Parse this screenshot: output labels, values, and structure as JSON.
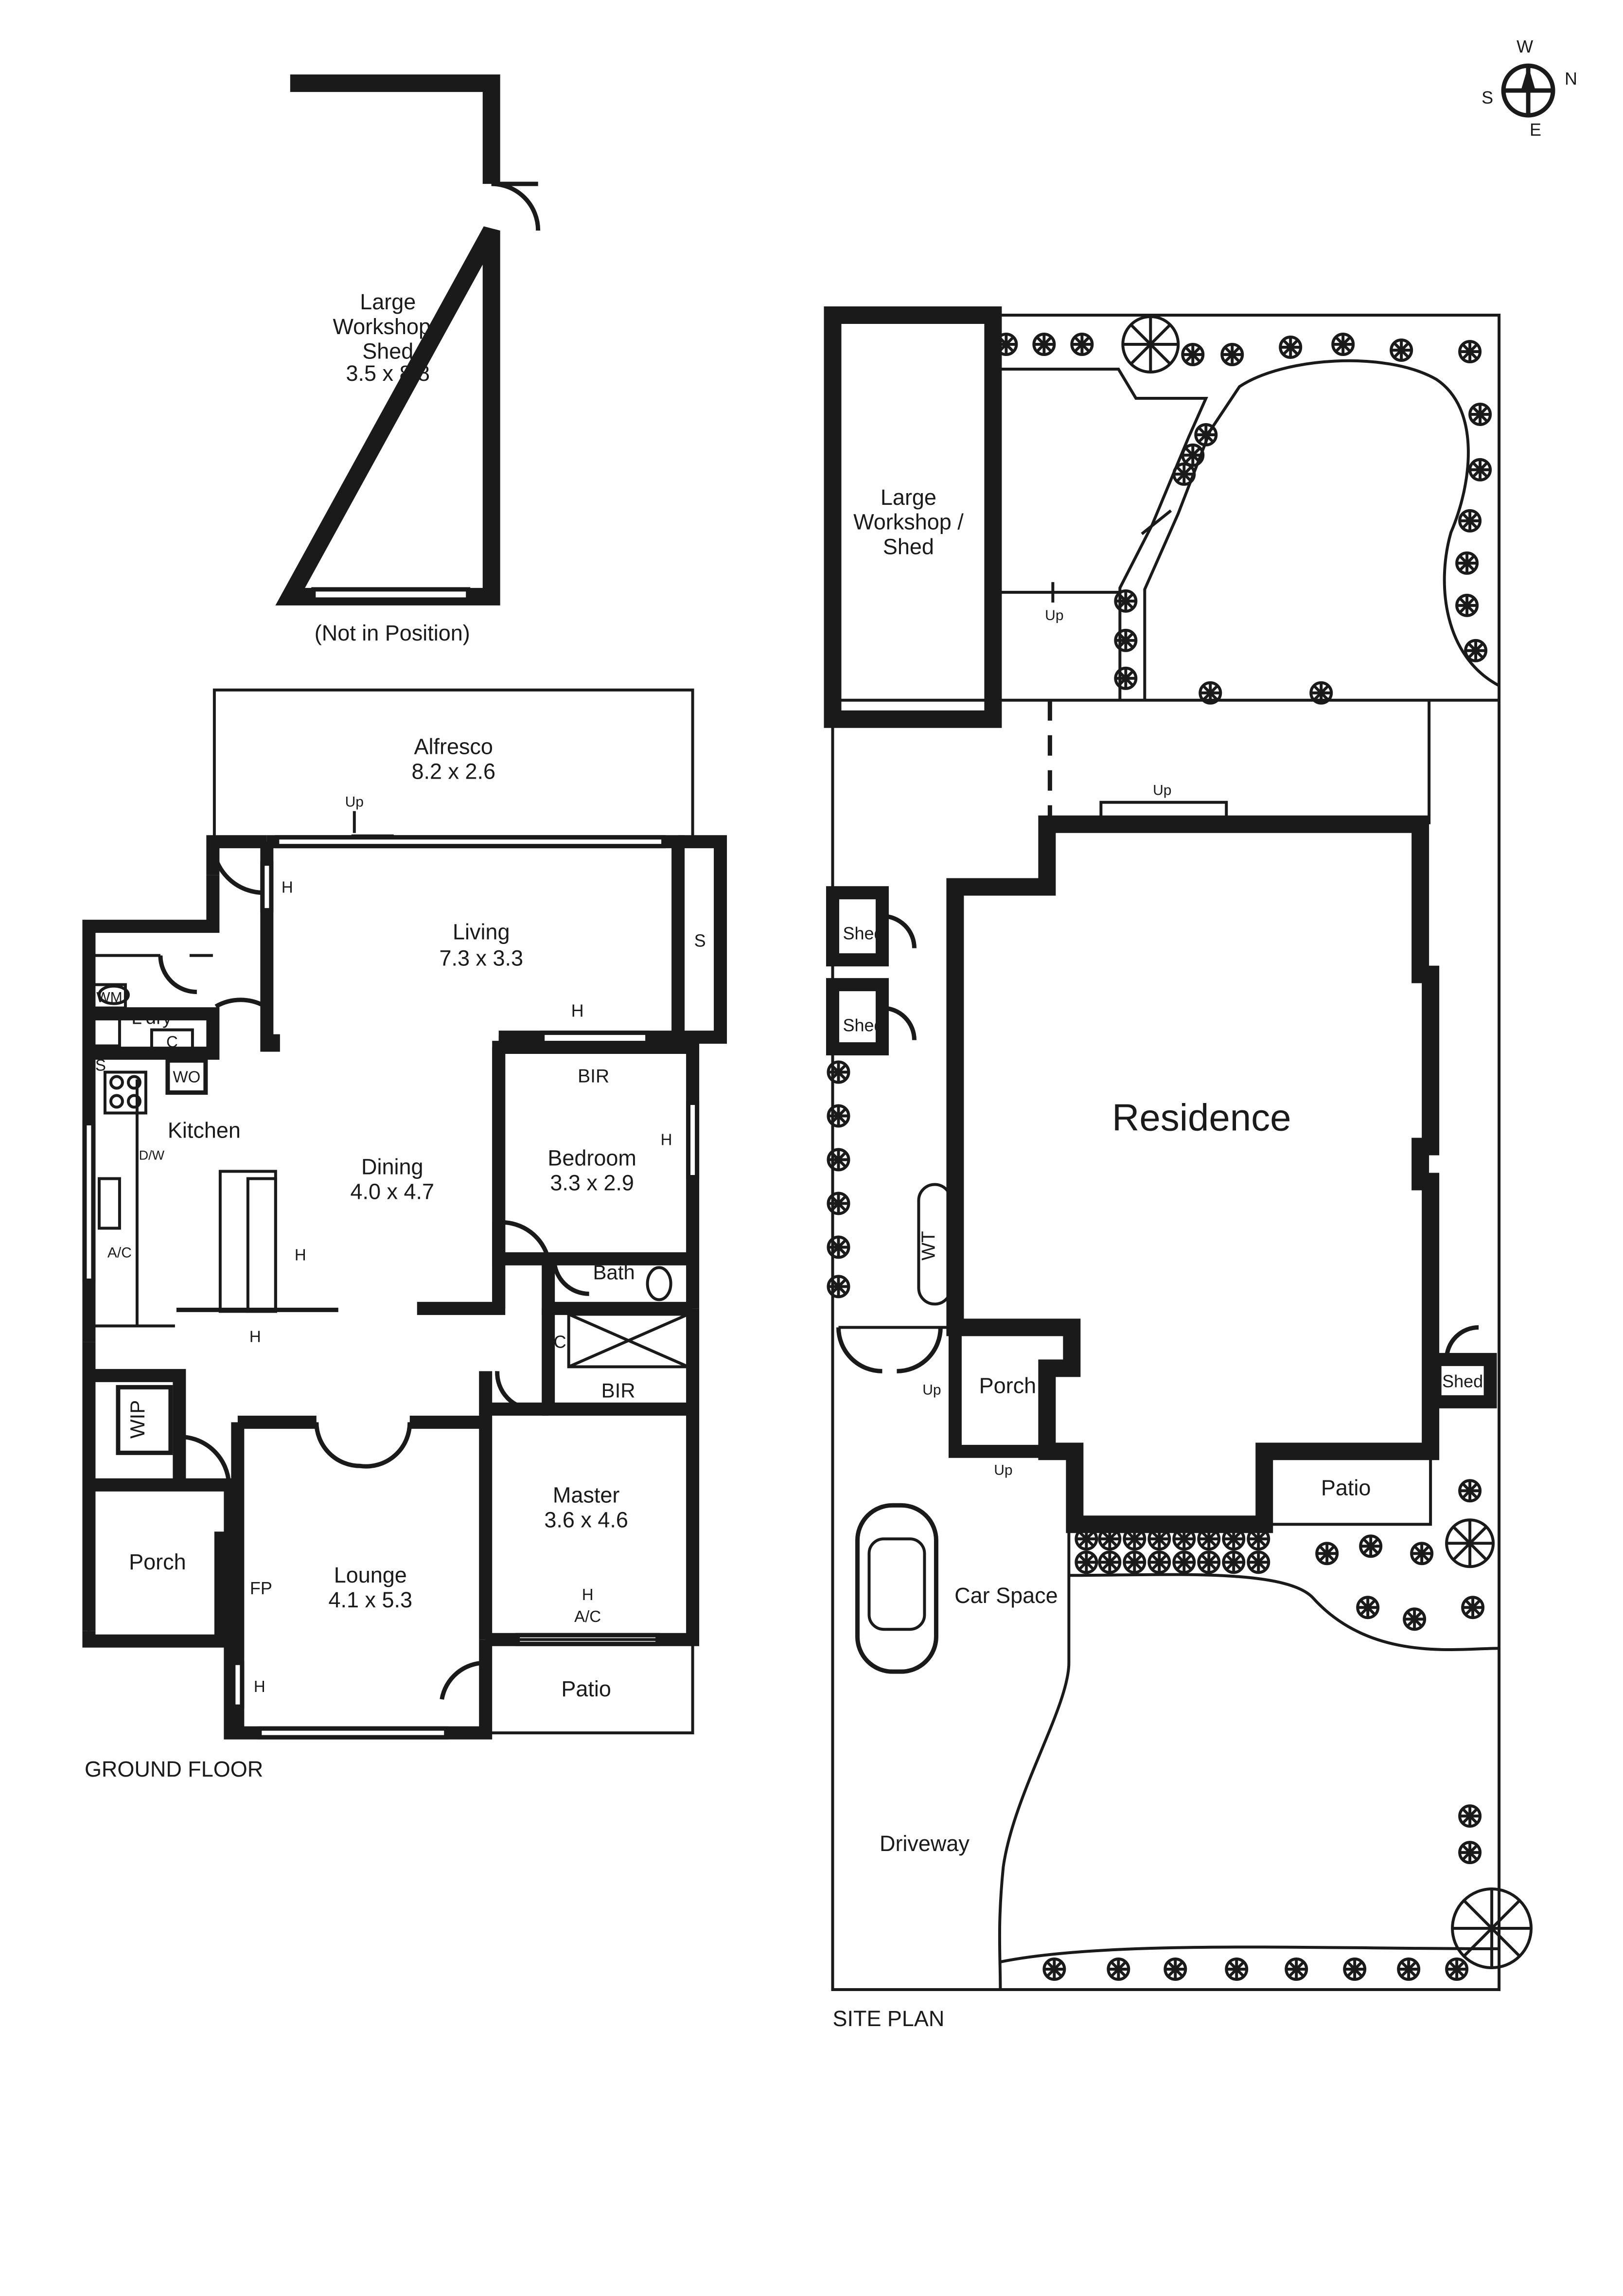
{
  "compass": {
    "w": "W",
    "n": "N",
    "s": "S",
    "e": "E"
  },
  "shed_detail": {
    "name": "Large\nWorkshop /\nShed",
    "dims": "3.5 x 8.8",
    "note": "(Not in Position)"
  },
  "ground_floor": {
    "heading": "GROUND FLOOR",
    "alfresco": {
      "name": "Alfresco",
      "dims": "8.2 x 2.6"
    },
    "living": {
      "name": "Living",
      "dims": "7.3 x 3.3"
    },
    "dining": {
      "name": "Dining",
      "dims": "4.0 x 4.7"
    },
    "bedroom": {
      "name": "Bedroom",
      "dims": "3.3 x 2.9"
    },
    "master": {
      "name": "Master",
      "dims": "3.6 x 4.6"
    },
    "lounge": {
      "name": "Lounge",
      "dims": "4.1 x 5.3"
    },
    "kitchen": "Kitchen",
    "laundry": "L'dry",
    "bath": "Bath",
    "porch": "Porch",
    "patio": "Patio",
    "bir_bedroom": "BIR",
    "bir_master": "BIR",
    "wip": "WIP",
    "wm": "WM",
    "wo": "WO",
    "c_laundry": "C",
    "c_bath": "C",
    "s_kitchen": "S",
    "s_store": "S",
    "s_living": "S",
    "dw": "D/W",
    "ac_kitchen": "A/C",
    "ac_master": "A/C",
    "fp": "FP",
    "h": "H",
    "up": "Up"
  },
  "site_plan": {
    "heading": "SITE PLAN",
    "workshop": "Large\nWorkshop /\nShed",
    "residence": "Residence",
    "shed": "Shed",
    "wt": "WT",
    "porch": "Porch",
    "patio": "Patio",
    "car_space": "Car Space",
    "driveway": "Driveway",
    "up": "Up"
  }
}
